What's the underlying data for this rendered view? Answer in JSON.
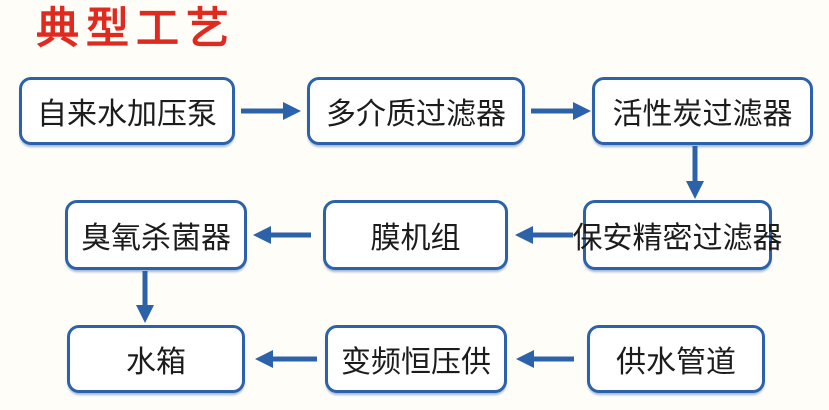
{
  "title": "典型工艺",
  "colors": {
    "accent_blue": "#2b62a9",
    "title_red": "#e02a20",
    "box_fill": "#ffffff",
    "box_text": "#1c1c1c",
    "background": "#fffdf8"
  },
  "flowchart": {
    "rows": [
      {
        "nodes": [
          "自来水加压泵",
          "多介质过滤器",
          "活性炭过滤器"
        ]
      },
      {
        "nodes": [
          "臭氧杀菌器",
          "膜机组",
          "保安精密过滤器"
        ]
      },
      {
        "nodes": [
          "水箱",
          "变频恒压供",
          "供水管道"
        ]
      }
    ],
    "connections": [
      {
        "from": "自来水加压泵",
        "to": "多介质过滤器",
        "direction": "right"
      },
      {
        "from": "多介质过滤器",
        "to": "活性炭过滤器",
        "direction": "right"
      },
      {
        "from": "活性炭过滤器",
        "to": "保安精密过滤器",
        "direction": "down"
      },
      {
        "from": "保安精密过滤器",
        "to": "膜机组",
        "direction": "left"
      },
      {
        "from": "膜机组",
        "to": "臭氧杀菌器",
        "direction": "left"
      },
      {
        "from": "臭氧杀菌器",
        "to": "水箱",
        "direction": "down"
      },
      {
        "from": "变频恒压供",
        "to": "水箱",
        "direction": "left"
      },
      {
        "from": "供水管道",
        "to": "变频恒压供",
        "direction": "left"
      }
    ]
  }
}
